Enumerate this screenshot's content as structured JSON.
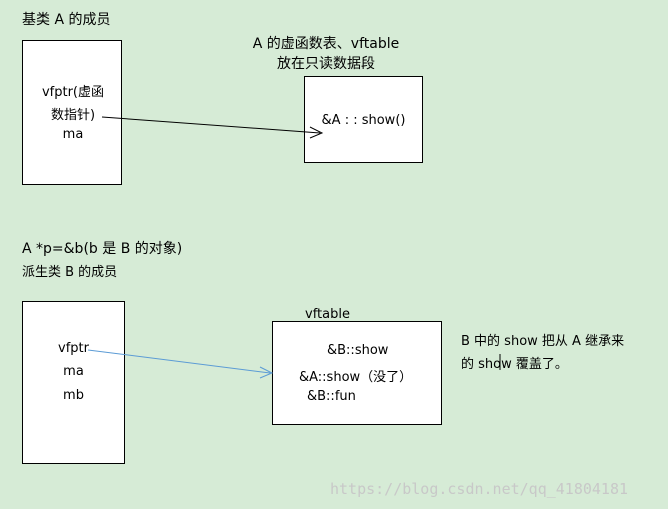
{
  "labels": {
    "base_class_title": "基类 A 的成员",
    "vtable_title_line1": "A 的虚函数表、vftable",
    "vtable_title_line2": "放在只读数据段",
    "pointer_statement": "A *p=&b(b 是 B 的对象)",
    "derived_class_title": "派生类 B 的成员",
    "derived_vtable_title": "vftable",
    "note_line1": "B 中的 show 把从 A 继承来",
    "note_line2": "的 show 覆盖了。"
  },
  "class_a_box": {
    "vfptr_line1": "vfptr(虚函",
    "vfptr_line2": "数指针)",
    "member": "ma"
  },
  "vtable_a_box": {
    "entry": "&A : : show()"
  },
  "class_b_box": {
    "vfptr": "vfptr",
    "member1": "ma",
    "member2": "mb"
  },
  "vtable_b_box": {
    "entries": [
      "&B::show",
      "&A::show（没了）",
      "&B::fun"
    ]
  },
  "watermark": "https://blog.csdn.net/qq_41804181",
  "colors": {
    "background": "#d6ebd6",
    "arrow_a": "#000000",
    "arrow_b": "#5b9bd5"
  }
}
